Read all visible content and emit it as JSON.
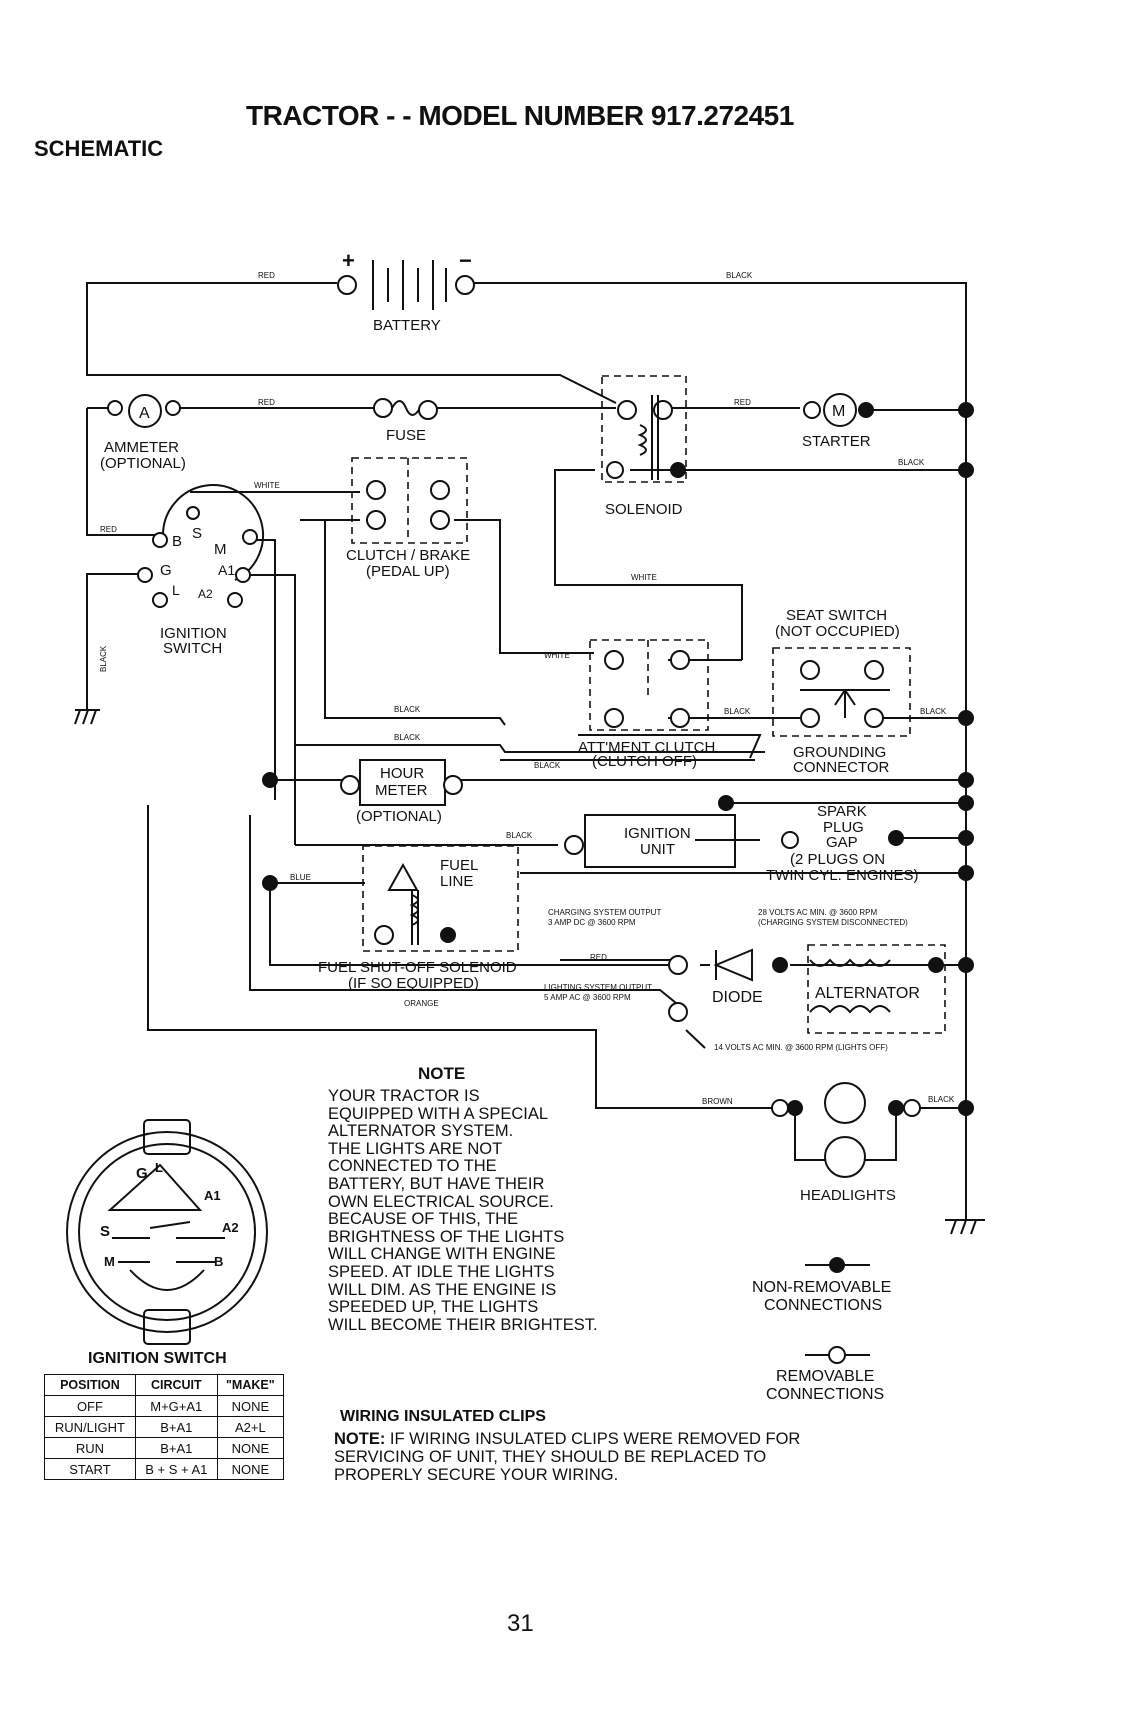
{
  "header": {
    "title": "TRACTOR - - MODEL NUMBER 917.272451",
    "section": "SCHEMATIC"
  },
  "components": {
    "battery": "BATTERY",
    "battery_plus": "+",
    "battery_minus": "−",
    "ammeter_symbol": "A",
    "ammeter": "AMMETER",
    "ammeter_optional": "(OPTIONAL)",
    "fuse": "FUSE",
    "solenoid": "SOLENOID",
    "starter_symbol": "M",
    "starter": "STARTER",
    "clutch_brake": "CLUTCH / BRAKE",
    "clutch_brake_state": "(PEDAL UP)",
    "ignition_switch_line1": "IGNITION",
    "ignition_switch_line2": "SWITCH",
    "ign_terms": {
      "B": "B",
      "S": "S",
      "M": "M",
      "G": "G",
      "A1": "A1",
      "L": "L",
      "A2": "A2"
    },
    "seat_switch": "SEAT SWITCH",
    "seat_switch_state": "(NOT OCCUPIED)",
    "attment_clutch": "ATT'MENT CLUTCH",
    "attment_clutch_state": "(CLUTCH OFF)",
    "grounding_connector_line1": "GROUNDING",
    "grounding_connector_line2": "CONNECTOR",
    "hour_meter_line1": "HOUR",
    "hour_meter_line2": "METER",
    "hour_meter_optional": "(OPTIONAL)",
    "ignition_unit_line1": "IGNITION",
    "ignition_unit_line2": "UNIT",
    "spark_plug_line1": "SPARK",
    "spark_plug_line2": "PLUG",
    "spark_plug_line3": "GAP",
    "spark_plug_line4": "(2 PLUGS ON",
    "spark_plug_line5": "TWIN CYL. ENGINES)",
    "fuel_line_line1": "FUEL",
    "fuel_line_line2": "LINE",
    "fuel_solenoid_line1": "FUEL SHUT-OFF SOLENOID",
    "fuel_solenoid_line2": "(IF SO EQUIPPED)",
    "charging_output_line1": "CHARGING SYSTEM OUTPUT",
    "charging_output_line2": "3 AMP DC @ 3600 RPM",
    "volts_28_line1": "28 VOLTS AC MIN. @ 3600 RPM",
    "volts_28_line2": "(CHARGING SYSTEM DISCONNECTED)",
    "lighting_output_line1": "LIGHTING SYSTEM OUTPUT",
    "lighting_output_line2": "5 AMP AC @ 3600 RPM",
    "diode": "DIODE",
    "alternator": "ALTERNATOR",
    "volts_14": "14 VOLTS AC MIN. @ 3600 RPM (LIGHTS OFF)",
    "headlights": "HEADLIGHTS"
  },
  "wire_colors": {
    "red": "RED",
    "black": "BLACK",
    "white": "WHITE",
    "blue": "BLUE",
    "orange": "ORANGE",
    "brown": "BROWN"
  },
  "note": {
    "heading": "NOTE",
    "lines": [
      "YOUR TRACTOR IS",
      "EQUIPPED WITH A SPECIAL",
      "ALTERNATOR SYSTEM.",
      "THE LIGHTS ARE NOT",
      "CONNECTED TO THE",
      "BATTERY, BUT HAVE THEIR",
      "OWN ELECTRICAL SOURCE.",
      "BECAUSE OF THIS, THE",
      "BRIGHTNESS OF THE LIGHTS",
      "WILL CHANGE WITH ENGINE",
      "SPEED.  AT IDLE THE LIGHTS",
      "WILL DIM.  AS THE ENGINE IS",
      "SPEEDED UP, THE LIGHTS",
      "WILL BECOME THEIR BRIGHTEST."
    ]
  },
  "legend": {
    "non_removable_line1": "NON-REMOVABLE",
    "non_removable_line2": "CONNECTIONS",
    "removable_line1": "REMOVABLE",
    "removable_line2": "CONNECTIONS"
  },
  "ignition_switch_detail": {
    "labels": {
      "G": "G",
      "L": "L",
      "A1": "A1",
      "A2": "A2",
      "S": "S",
      "M": "M",
      "B": "B"
    },
    "caption": "IGNITION SWITCH",
    "table": {
      "headers": [
        "POSITION",
        "CIRCUIT",
        "\"MAKE\""
      ],
      "rows": [
        [
          "OFF",
          "M+G+A1",
          "NONE"
        ],
        [
          "RUN/LIGHT",
          "B+A1",
          "A2+L"
        ],
        [
          "RUN",
          "B+A1",
          "NONE"
        ],
        [
          "START",
          "B + S + A1",
          "NONE"
        ]
      ]
    }
  },
  "clips": {
    "heading": "WIRING INSULATED CLIPS",
    "note_prefix": "NOTE:",
    "note_line1": " IF WIRING INSULATED CLIPS WERE REMOVED FOR",
    "note_line2": "SERVICING OF UNIT, THEY SHOULD BE REPLACED TO",
    "note_line3": "PROPERLY SECURE YOUR WIRING."
  },
  "page_number": "31"
}
